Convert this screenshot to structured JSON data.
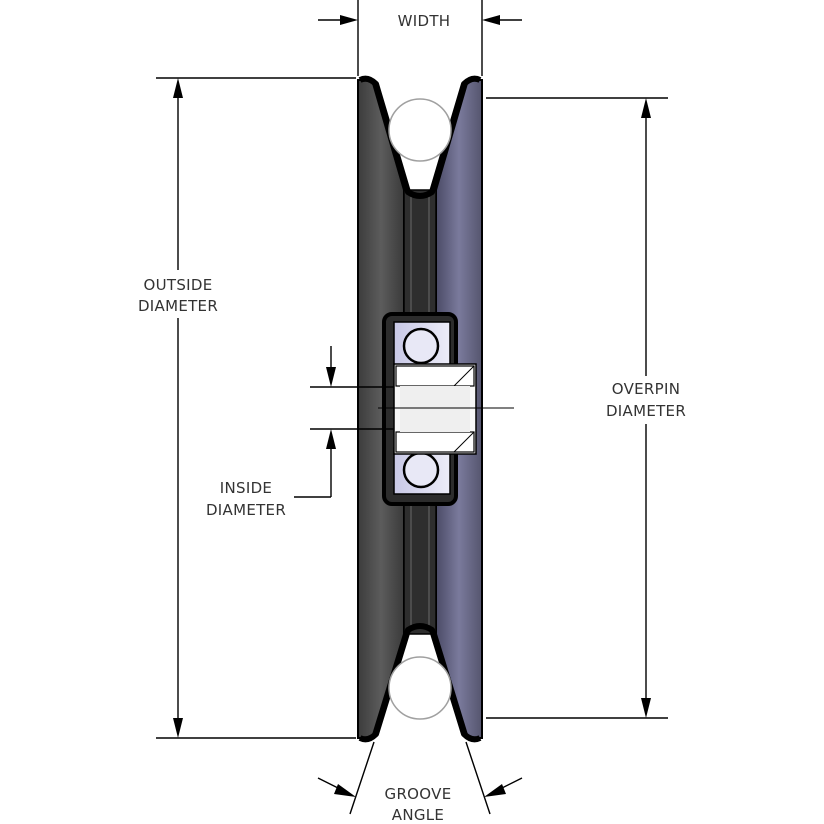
{
  "labels": {
    "width": "WIDTH",
    "outside_diameter_line1": "OUTSIDE",
    "outside_diameter_line2": "DIAMETER",
    "overpin_diameter_line1": "OVERPIN",
    "overpin_diameter_line2": "DIAMETER",
    "inside_diameter_line1": "INSIDE",
    "inside_diameter_line2": "DIAMETER",
    "groove_angle_line1": "GROOVE",
    "groove_angle_line2": "ANGLE"
  },
  "colors": {
    "line": "#000000",
    "label_text": "#333333",
    "pulley_left_face": "#4a4a4a",
    "pulley_right_face": "#5a5a7a",
    "hub_fill": "#3a3a3a",
    "bearing_fill": "#dcdcf0",
    "bore_fill": "#f4f4f4",
    "pin_stroke": "#a0a0a0"
  }
}
